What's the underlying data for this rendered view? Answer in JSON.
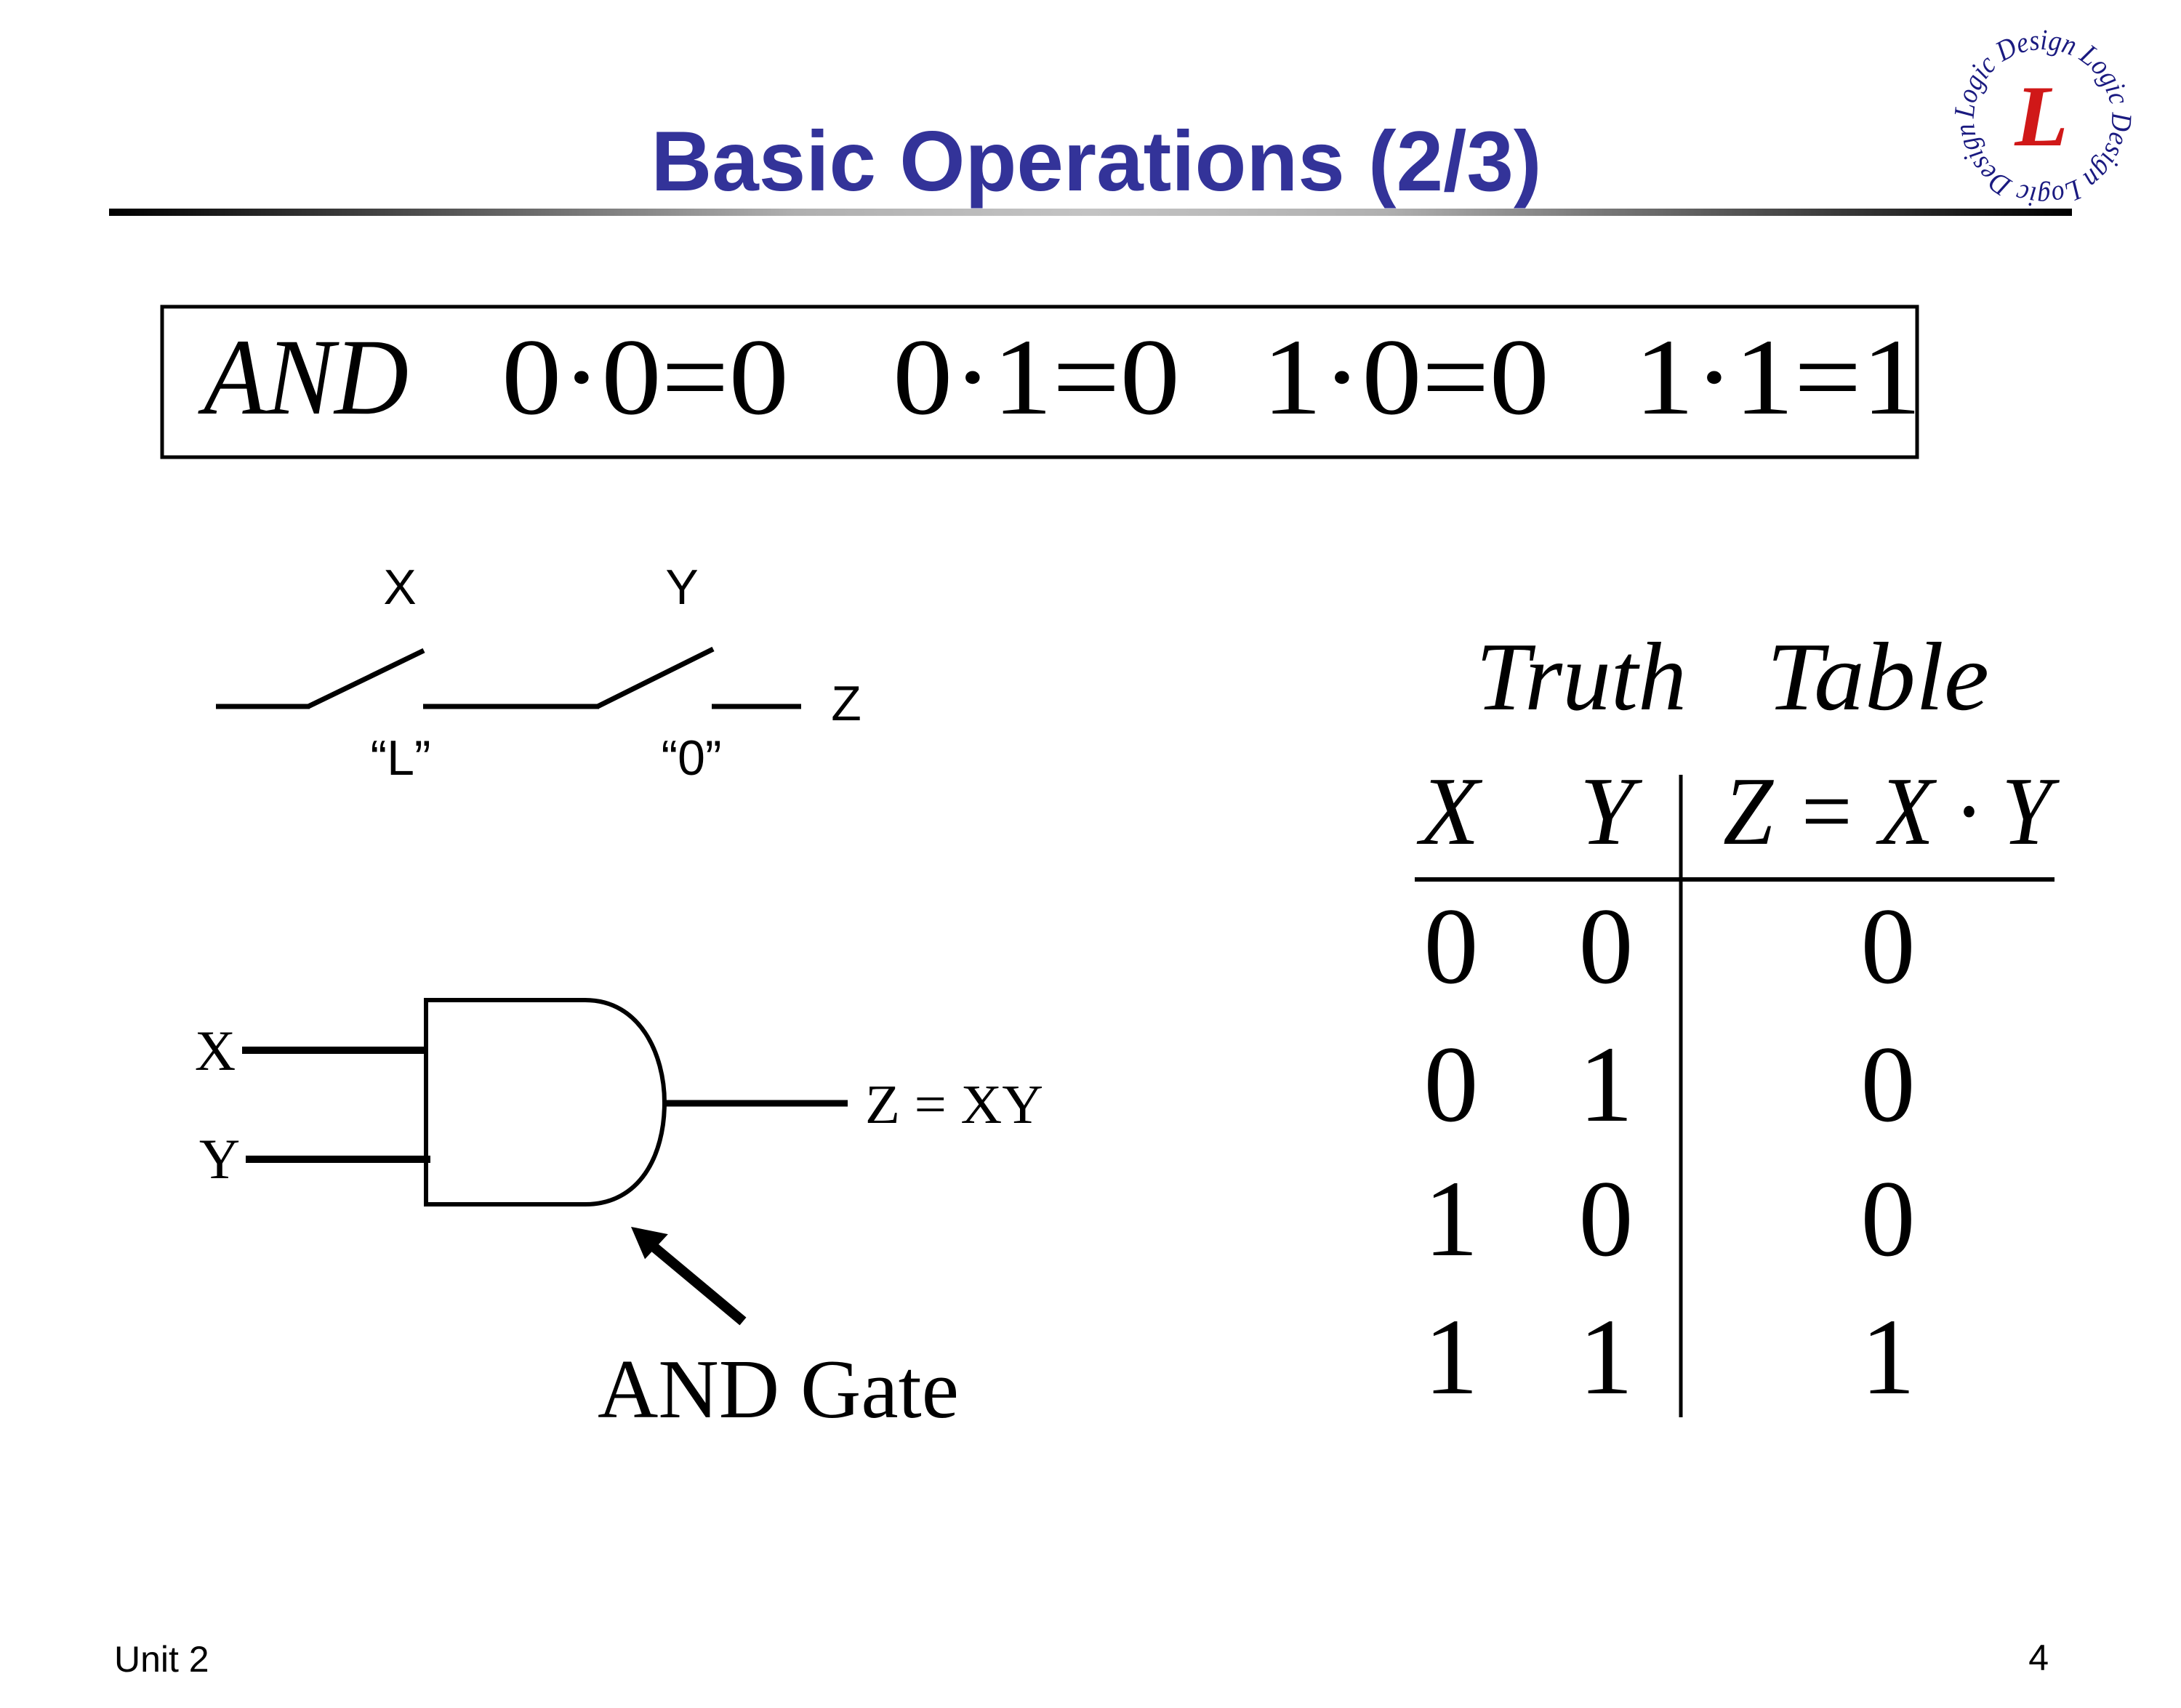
{
  "slide": {
    "title": "Basic Operations (2/3)",
    "footer_left": "Unit 2",
    "page_number": "4",
    "logo": {
      "monogram": "L",
      "ring_text": "Logic Design Logic Design Logic Design"
    },
    "colors": {
      "title": "#333399",
      "logo_ring": "#1a1a80",
      "logo_monogram": "#d01818",
      "ink": "#000000"
    }
  },
  "equation_box": {
    "label": "AND",
    "equations": [
      {
        "a": "0",
        "op": "·",
        "b": "0",
        "eq": "=",
        "result": "0"
      },
      {
        "a": "0",
        "op": "·",
        "b": "1",
        "eq": "=",
        "result": "0"
      },
      {
        "a": "1",
        "op": "·",
        "b": "0",
        "eq": "=",
        "result": "0"
      },
      {
        "a": "1",
        "op": "·",
        "b": "1",
        "eq": "=",
        "result": "1"
      }
    ]
  },
  "switch_circuit": {
    "switch_x_label": "X",
    "switch_y_label": "Y",
    "output_label": "Z",
    "switch_x_state": "“L”",
    "switch_y_state": "“0”"
  },
  "and_gate": {
    "input_x_label": "X",
    "input_y_label": "Y",
    "output_label": "Z = XY",
    "caption": "AND Gate"
  },
  "truth_table": {
    "title_word1": "Truth",
    "title_word2": "Table",
    "headers": {
      "x": "X",
      "y": "Y",
      "z": "Z = X · Y"
    },
    "rows": [
      {
        "x": "0",
        "y": "0",
        "z": "0"
      },
      {
        "x": "0",
        "y": "1",
        "z": "0"
      },
      {
        "x": "1",
        "y": "0",
        "z": "0"
      },
      {
        "x": "1",
        "y": "1",
        "z": "1"
      }
    ]
  }
}
